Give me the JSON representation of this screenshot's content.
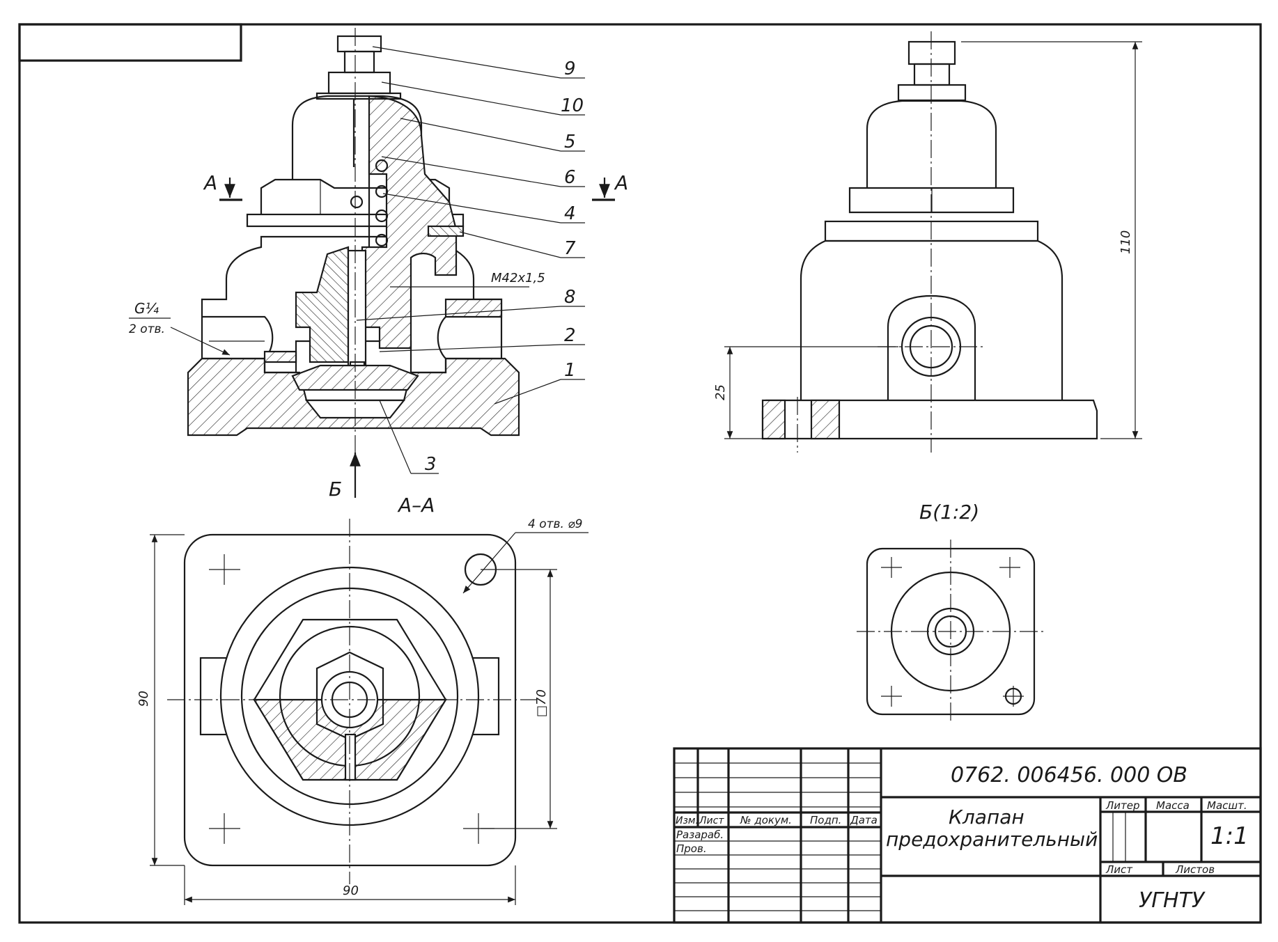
{
  "title_block": {
    "doc_number": "0762. 006456. 000 ОВ",
    "name_line1": "Клапан",
    "name_line2": "предохранительный",
    "col_izm": "Изм.",
    "col_list": "Лист",
    "col_docnum": "№ докум.",
    "col_podp": "Подп.",
    "col_data": "Дата",
    "row_razrab": "Разараб.",
    "row_prov": "Пров.",
    "litera": "Литер",
    "massa": "Масса",
    "masshtab": "Масшт.",
    "scale_value": "1:1",
    "sheet": "Лист",
    "sheets": "Листов",
    "organization": "УГНТУ"
  },
  "views": {
    "section_label": "А–А",
    "view_b_label": "Б(1:2)",
    "cut_mark_left": "А",
    "cut_mark_right": "А",
    "arrow_b": "Б"
  },
  "callouts": [
    "9",
    "10",
    "5",
    "6",
    "4",
    "7",
    "8",
    "2",
    "1",
    "3"
  ],
  "annotations": {
    "thread_m": "М42х1,5",
    "thread_g": "G¼",
    "g_holes": "2 отв.",
    "holes_plan": "4 отв. ⌀9"
  },
  "dimensions": {
    "height_total": "110",
    "height_port": "25",
    "plan_width": "90",
    "plan_height": "90",
    "square_70": "□70"
  }
}
